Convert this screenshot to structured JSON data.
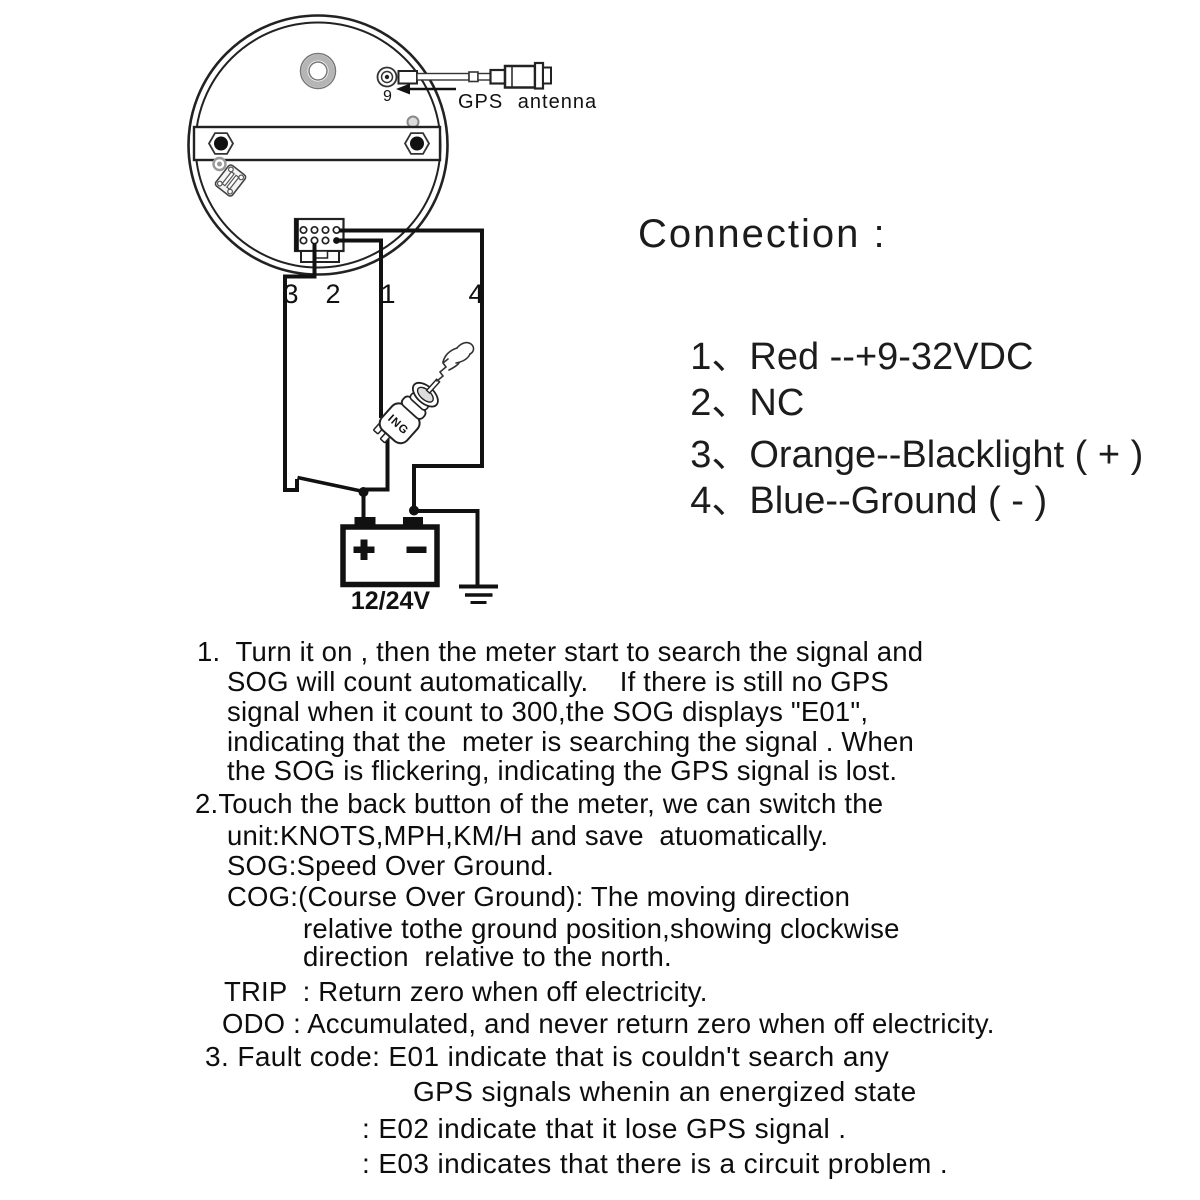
{
  "page": {
    "background": "#ffffff",
    "ink": "#111111"
  },
  "diagram": {
    "gps_antenna_label": "GPS antenna",
    "pin9_label": "9",
    "ignition_switch_label": "ING",
    "battery_label": "12/24V",
    "battery_plus_label": "+",
    "battery_minus_label": "-",
    "wire_labels": [
      "3",
      "2",
      "1",
      "4"
    ]
  },
  "connection": {
    "title": "Connection :",
    "items": [
      {
        "num": "1、",
        "text": "Red --+9-32VDC"
      },
      {
        "num": "2、",
        "text": "NC"
      },
      {
        "num": "3、",
        "text": "Orange--Blacklight ( + )"
      },
      {
        "num": "4、",
        "text": "Blue--Ground ( - )"
      }
    ]
  },
  "instructions": {
    "lines": [
      "1.  Turn it on , then the meter start to search the signal and",
      "SOG will count automatically.    If there is still no GPS",
      "signal when it count to 300,the SOG displays \"E01\",",
      "indicating that the  meter is searching the signal . When",
      "the SOG is flickering, indicating the GPS signal is lost.",
      "2.Touch the back button of the meter, we can switch the",
      "unit:KNOTS,MPH,KM/H and save  atuomatically.",
      "SOG:Speed Over Ground.",
      "COG:(Course Over Ground): The moving direction",
      "relative tothe ground position,showing clockwise",
      "direction  relative to the north.",
      "TRIP  : Return zero when off electricity.",
      "ODO : Accumulated, and never return zero when off electricity.",
      "3. Fault code: E01 indicate that is couldn't search any",
      "GPS signals whenin an energized state",
      ": E02 indicate that it lose GPS signal .",
      ": E03 indicates that there is a circuit problem ."
    ]
  }
}
